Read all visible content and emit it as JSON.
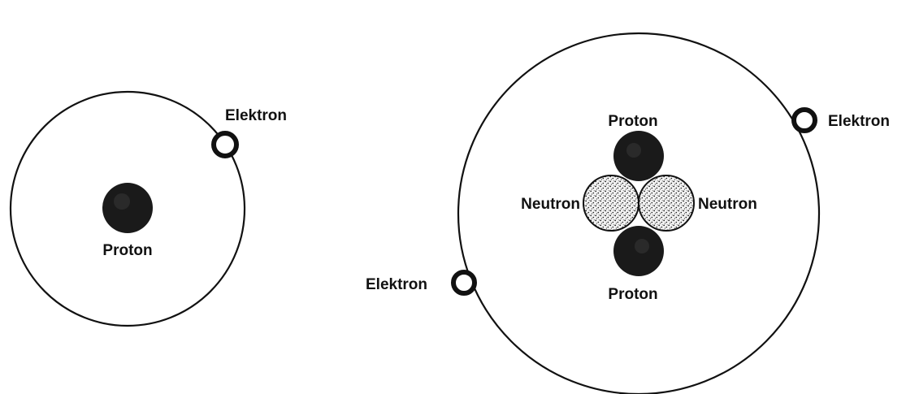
{
  "colors": {
    "line": "#111111",
    "proton_fill": "#1a1a1a",
    "neutron_fill": "#f2f2f2",
    "background": "#ffffff"
  },
  "hydrogen": {
    "electron_label": "Elektron",
    "proton_label": "Proton"
  },
  "helium": {
    "proton_top_label": "Proton",
    "proton_bottom_label": "Proton",
    "neutron_left_label": "Neutron",
    "neutron_right_label": "Neutron",
    "electron_right_label": "Elektron",
    "electron_left_label": "Elektron"
  }
}
